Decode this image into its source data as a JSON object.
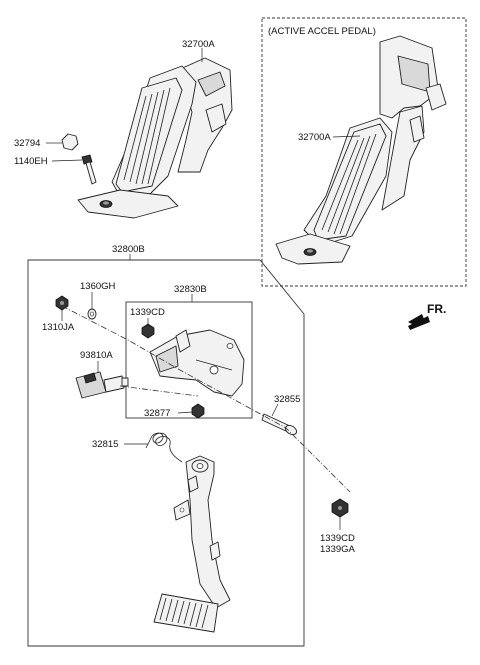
{
  "labels": {
    "p32700A_top": "32700A",
    "active_box_title": "(ACTIVE ACCEL PEDAL)",
    "p32700A_active": "32700A",
    "p32794": "32794",
    "p1140EH": "1140EH",
    "p32800B": "32800B",
    "p1360GH": "1360GH",
    "p1310JA": "1310JA",
    "p32830B": "32830B",
    "p1339CD_top": "1339CD",
    "p93810A": "93810A",
    "p32855": "32855",
    "p32877": "32877",
    "p32815": "32815",
    "p1339CD_bottom": "1339CD",
    "p1339GA": "1339GA",
    "fr": "FR."
  }
}
